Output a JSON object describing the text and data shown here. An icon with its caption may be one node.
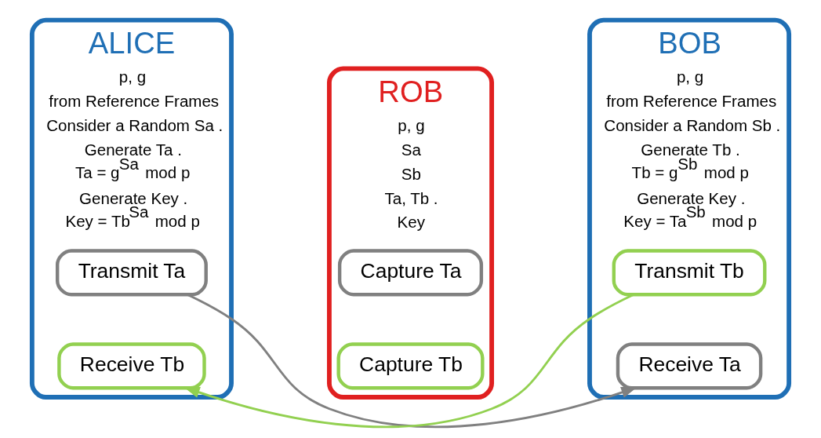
{
  "diagram": {
    "nodes": [
      {
        "text": [
          "ALICE",
          "p, g",
          "from Reference Frames",
          "Consider a Random Sa .",
          "Generate Ta .",
          "Ta = g$^{Sa}$ mod p",
          "Generate Key .",
          "Key = Tb$^{Sa}$ mod p"
        ]
      },
      {
        "text": [
          "Transmit Ta"
        ],
        "in": 0
      },
      {
        "text": [
          "Receive Tb"
        ],
        "in": 0
      },
      {
        "text": [
          "ROB",
          "p, g",
          "Sa",
          "Sb",
          "Ta, Tb .",
          "Key"
        ]
      },
      {
        "text": [
          "Capture Ta"
        ],
        "in": 3
      },
      {
        "text": [
          "Capture Tb"
        ],
        "in": 3
      },
      {
        "text": [
          "BOB",
          "p, g",
          "from Reference Frames",
          "Consider a Random Sb .",
          "Generate Tb .",
          "Tb = g$^{Sb}$ mod p",
          "Generate Key .",
          "Key = Ta$^{Sb}$ mod p"
        ]
      },
      {
        "text": [
          "Transmit Tb"
        ],
        "in": 6
      },
      {
        "text": [
          "Receive Ta"
        ],
        "in": 6
      }
    ],
    "edges": [
      {
        "from": 1,
        "to": 8,
        "arrow": "to",
        "color": "#808080"
      },
      {
        "from": 7,
        "to": 2,
        "arrow": "to",
        "color": "#92d050"
      }
    ]
  }
}
